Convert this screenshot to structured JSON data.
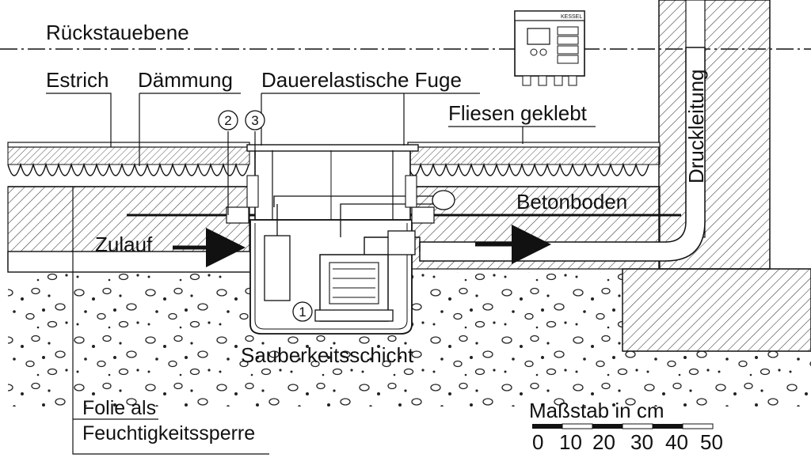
{
  "labels": {
    "rueckstauebene": "Rückstauebene",
    "estrich": "Estrich",
    "daemmung": "Dämmung",
    "fuge": "Dauerelastische Fuge",
    "fliesen": "Fliesen geklebt",
    "druckleitung": "Druckleitung",
    "betonboden": "Betonboden",
    "zulauf": "Zulauf",
    "sauberkeitsschicht": "Sauberkeitsschicht",
    "folie_line1": "Folie als",
    "folie_line2": "Feuchtigkeitssperre"
  },
  "markers": [
    "1",
    "2",
    "3"
  ],
  "scale": {
    "title": "Maßstab in cm",
    "ticks": [
      "0",
      "10",
      "20",
      "30",
      "40",
      "50"
    ]
  },
  "control_box": {
    "brand": "KESSEL"
  }
}
